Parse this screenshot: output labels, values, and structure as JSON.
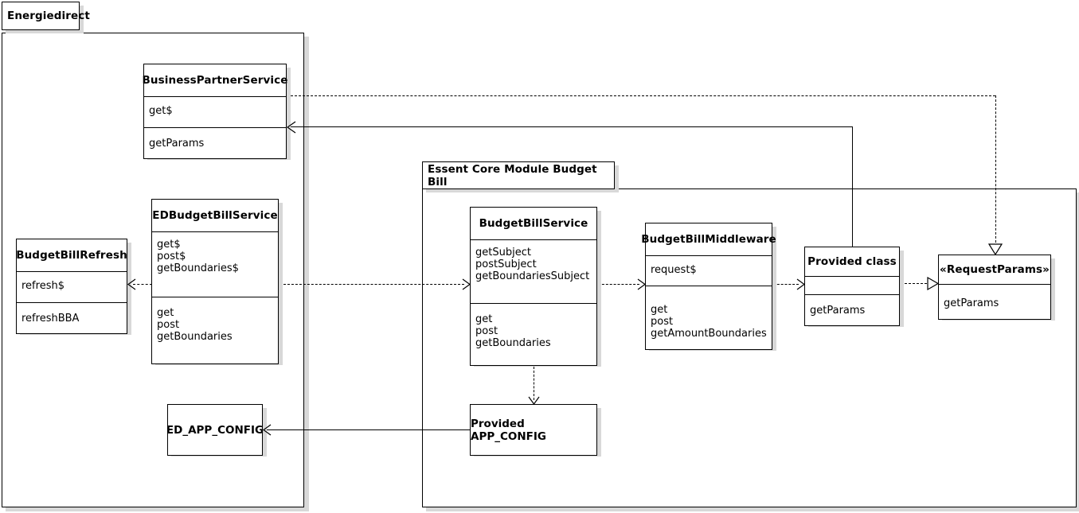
{
  "diagram": {
    "title": "Energiedirect / Essent Core Module Budget Bill class diagram",
    "type": "uml-class-diagram"
  },
  "packages": [
    {
      "id": "energiedirect",
      "label": "Energiedirect"
    },
    {
      "id": "essent_core",
      "label": "Essent Core Module Budget Bill"
    }
  ],
  "classes": {
    "business_partner_service": {
      "name": "BusinessPartnerService",
      "compartment1": "get$",
      "compartment2": "getParams"
    },
    "budget_bill_refresh": {
      "name": "BudgetBillRefresh",
      "compartment1": "refresh$",
      "compartment2": "refreshBBA"
    },
    "ed_budget_bill_service": {
      "name": "EDBudgetBillService",
      "compartment1": "get$\npost$\ngetBoundaries$",
      "compartment2": "get\npost\ngetBoundaries"
    },
    "budget_bill_service": {
      "name": "BudgetBillService",
      "compartment1": "getSubject\npostSubject\ngetBoundariesSubject",
      "compartment2": "get\npost\ngetBoundaries"
    },
    "budget_bill_middleware": {
      "name": "BudgetBillMiddleware",
      "compartment1": "request$",
      "compartment2": "get\npost\ngetAmountBoundaries"
    },
    "provided_class": {
      "name": "Provided class",
      "compartment1": "",
      "compartment2": "getParams"
    },
    "request_params": {
      "name": "«RequestParams»",
      "compartment1": "getParams"
    },
    "ed_app_config": {
      "name": "ED_APP_CONFIG"
    },
    "provided_app_config": {
      "name": "Provided APP_CONFIG"
    }
  },
  "connectors": [
    {
      "id": "edbbs-to-bbrefresh",
      "style": "dashed",
      "from": "ed_budget_bill_service",
      "to": "budget_bill_refresh",
      "arrow": "open"
    },
    {
      "id": "edbbs-to-bbs",
      "style": "dashed",
      "from": "ed_budget_bill_service",
      "to": "budget_bill_service",
      "arrow": "open"
    },
    {
      "id": "bbs-to-bbmw",
      "style": "dashed",
      "from": "budget_bill_service",
      "to": "budget_bill_middleware",
      "arrow": "open"
    },
    {
      "id": "bbmw-to-provided-class",
      "style": "dashed",
      "from": "budget_bill_middleware",
      "to": "provided_class",
      "arrow": "open"
    },
    {
      "id": "providedclass-to-requestparams",
      "style": "dashed",
      "from": "provided_class",
      "to": "request_params",
      "arrow": "hollow-triangle"
    },
    {
      "id": "bps-to-requestparams",
      "style": "dashed",
      "from": "business_partner_service",
      "to": "request_params",
      "arrow": "hollow-triangle"
    },
    {
      "id": "providedclass-to-bps",
      "style": "solid",
      "from": "provided_class",
      "to": "business_partner_service",
      "arrow": "open"
    },
    {
      "id": "bbs-to-provided-appconfig",
      "style": "dashed",
      "from": "budget_bill_service",
      "to": "provided_app_config",
      "arrow": "open"
    },
    {
      "id": "provided-appconfig-to-ed-appconfig",
      "style": "solid",
      "from": "provided_app_config",
      "to": "ed_app_config",
      "arrow": "open"
    }
  ],
  "colors": {
    "line": "#000000",
    "background": "#ffffff",
    "shadow": "#d8d8d8"
  }
}
